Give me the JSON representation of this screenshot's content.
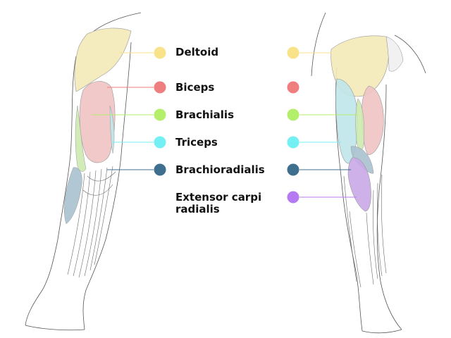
{
  "diagram": {
    "muscles": [
      {
        "id": "deltoid",
        "name": "Deltoid",
        "color": "#f9e38a",
        "fill": "#f3e9b8"
      },
      {
        "id": "biceps",
        "name": "Biceps",
        "color": "#ef7e7e",
        "fill": "#efc3c3"
      },
      {
        "id": "brachialis",
        "name": "Brachialis",
        "color": "#b4ef6b",
        "fill": "#cdeab0"
      },
      {
        "id": "triceps",
        "name": "Triceps",
        "color": "#74eff3",
        "fill": "#bfe6ea"
      },
      {
        "id": "brachioradialis",
        "name": "Brachioradialis",
        "color": "#3f6f8f",
        "fill": "#a9c1cf"
      },
      {
        "id": "extensor",
        "name_line1": "Extensor carpi",
        "name_line2": "radialis",
        "color": "#b57af2",
        "fill": "#c9a9e6"
      }
    ]
  }
}
